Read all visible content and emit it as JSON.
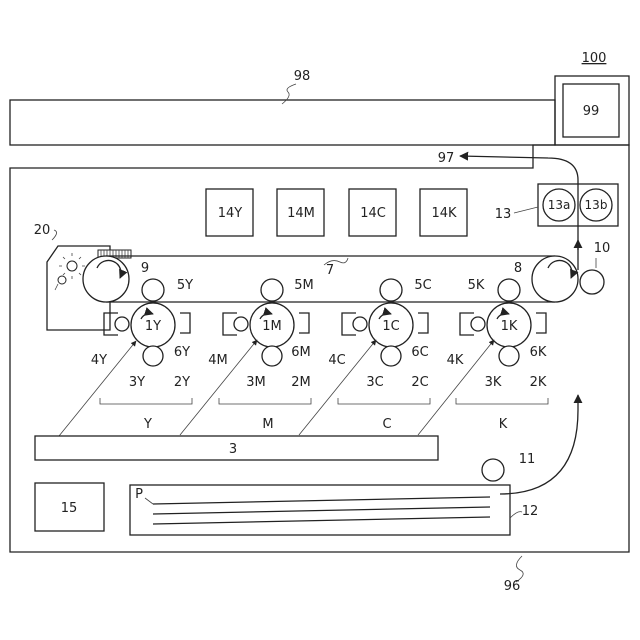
{
  "device_label": "100",
  "scanner_label": "98",
  "panel_label": "99",
  "output_tray_label": "97",
  "housing_label": "96",
  "fuser": {
    "label": "13",
    "roller_a": "13a",
    "roller_b": "13b"
  },
  "cartridges": [
    "14Y",
    "14M",
    "14C",
    "14K"
  ],
  "belt_label": "7",
  "drive_roller_label": "8",
  "tension_roller_label": "9",
  "secondary_transfer_label": "10",
  "cleaner_label": "20",
  "exposure_label": "3",
  "feed_roller_label": "11",
  "paper_tray_label": "12",
  "paper_label": "P",
  "controller_label": "15",
  "stations": [
    {
      "color": "Y",
      "drum": "1Y",
      "primary": "5Y",
      "charger": "2Y",
      "developer": "4Y",
      "cleaner": "6Y",
      "exposure_beam": "3Y"
    },
    {
      "color": "M",
      "drum": "1M",
      "primary": "5M",
      "charger": "2M",
      "developer": "4M",
      "cleaner": "6M",
      "exposure_beam": "3M"
    },
    {
      "color": "C",
      "drum": "1C",
      "primary": "5C",
      "charger": "2C",
      "developer": "4C",
      "cleaner": "6C",
      "exposure_beam": "3C"
    },
    {
      "color": "K",
      "drum": "1K",
      "primary": "5K",
      "charger": "2K",
      "developer": "4K",
      "cleaner": "6K",
      "exposure_beam": "3K"
    }
  ]
}
